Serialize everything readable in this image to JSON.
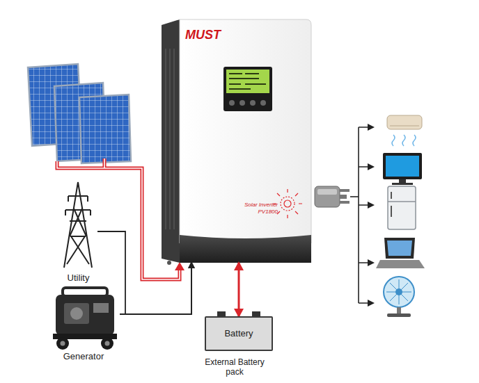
{
  "diagram": {
    "nodes": [
      {
        "text": [
          "MUST",
          "Solar Inverter",
          "PV1800"
        ]
      },
      {
        "text": [
          "Utility"
        ]
      },
      {
        "text": [
          "Generator"
        ]
      },
      {
        "text": [
          "Battery",
          "External Battery pack"
        ]
      }
    ],
    "edges": [
      {
        "from": 1,
        "to": 0,
        "arrow": "to"
      },
      {
        "from": 2,
        "to": 0,
        "arrow": "to"
      },
      {
        "from": 3,
        "to": 0,
        "arrow": "both"
      }
    ]
  }
}
